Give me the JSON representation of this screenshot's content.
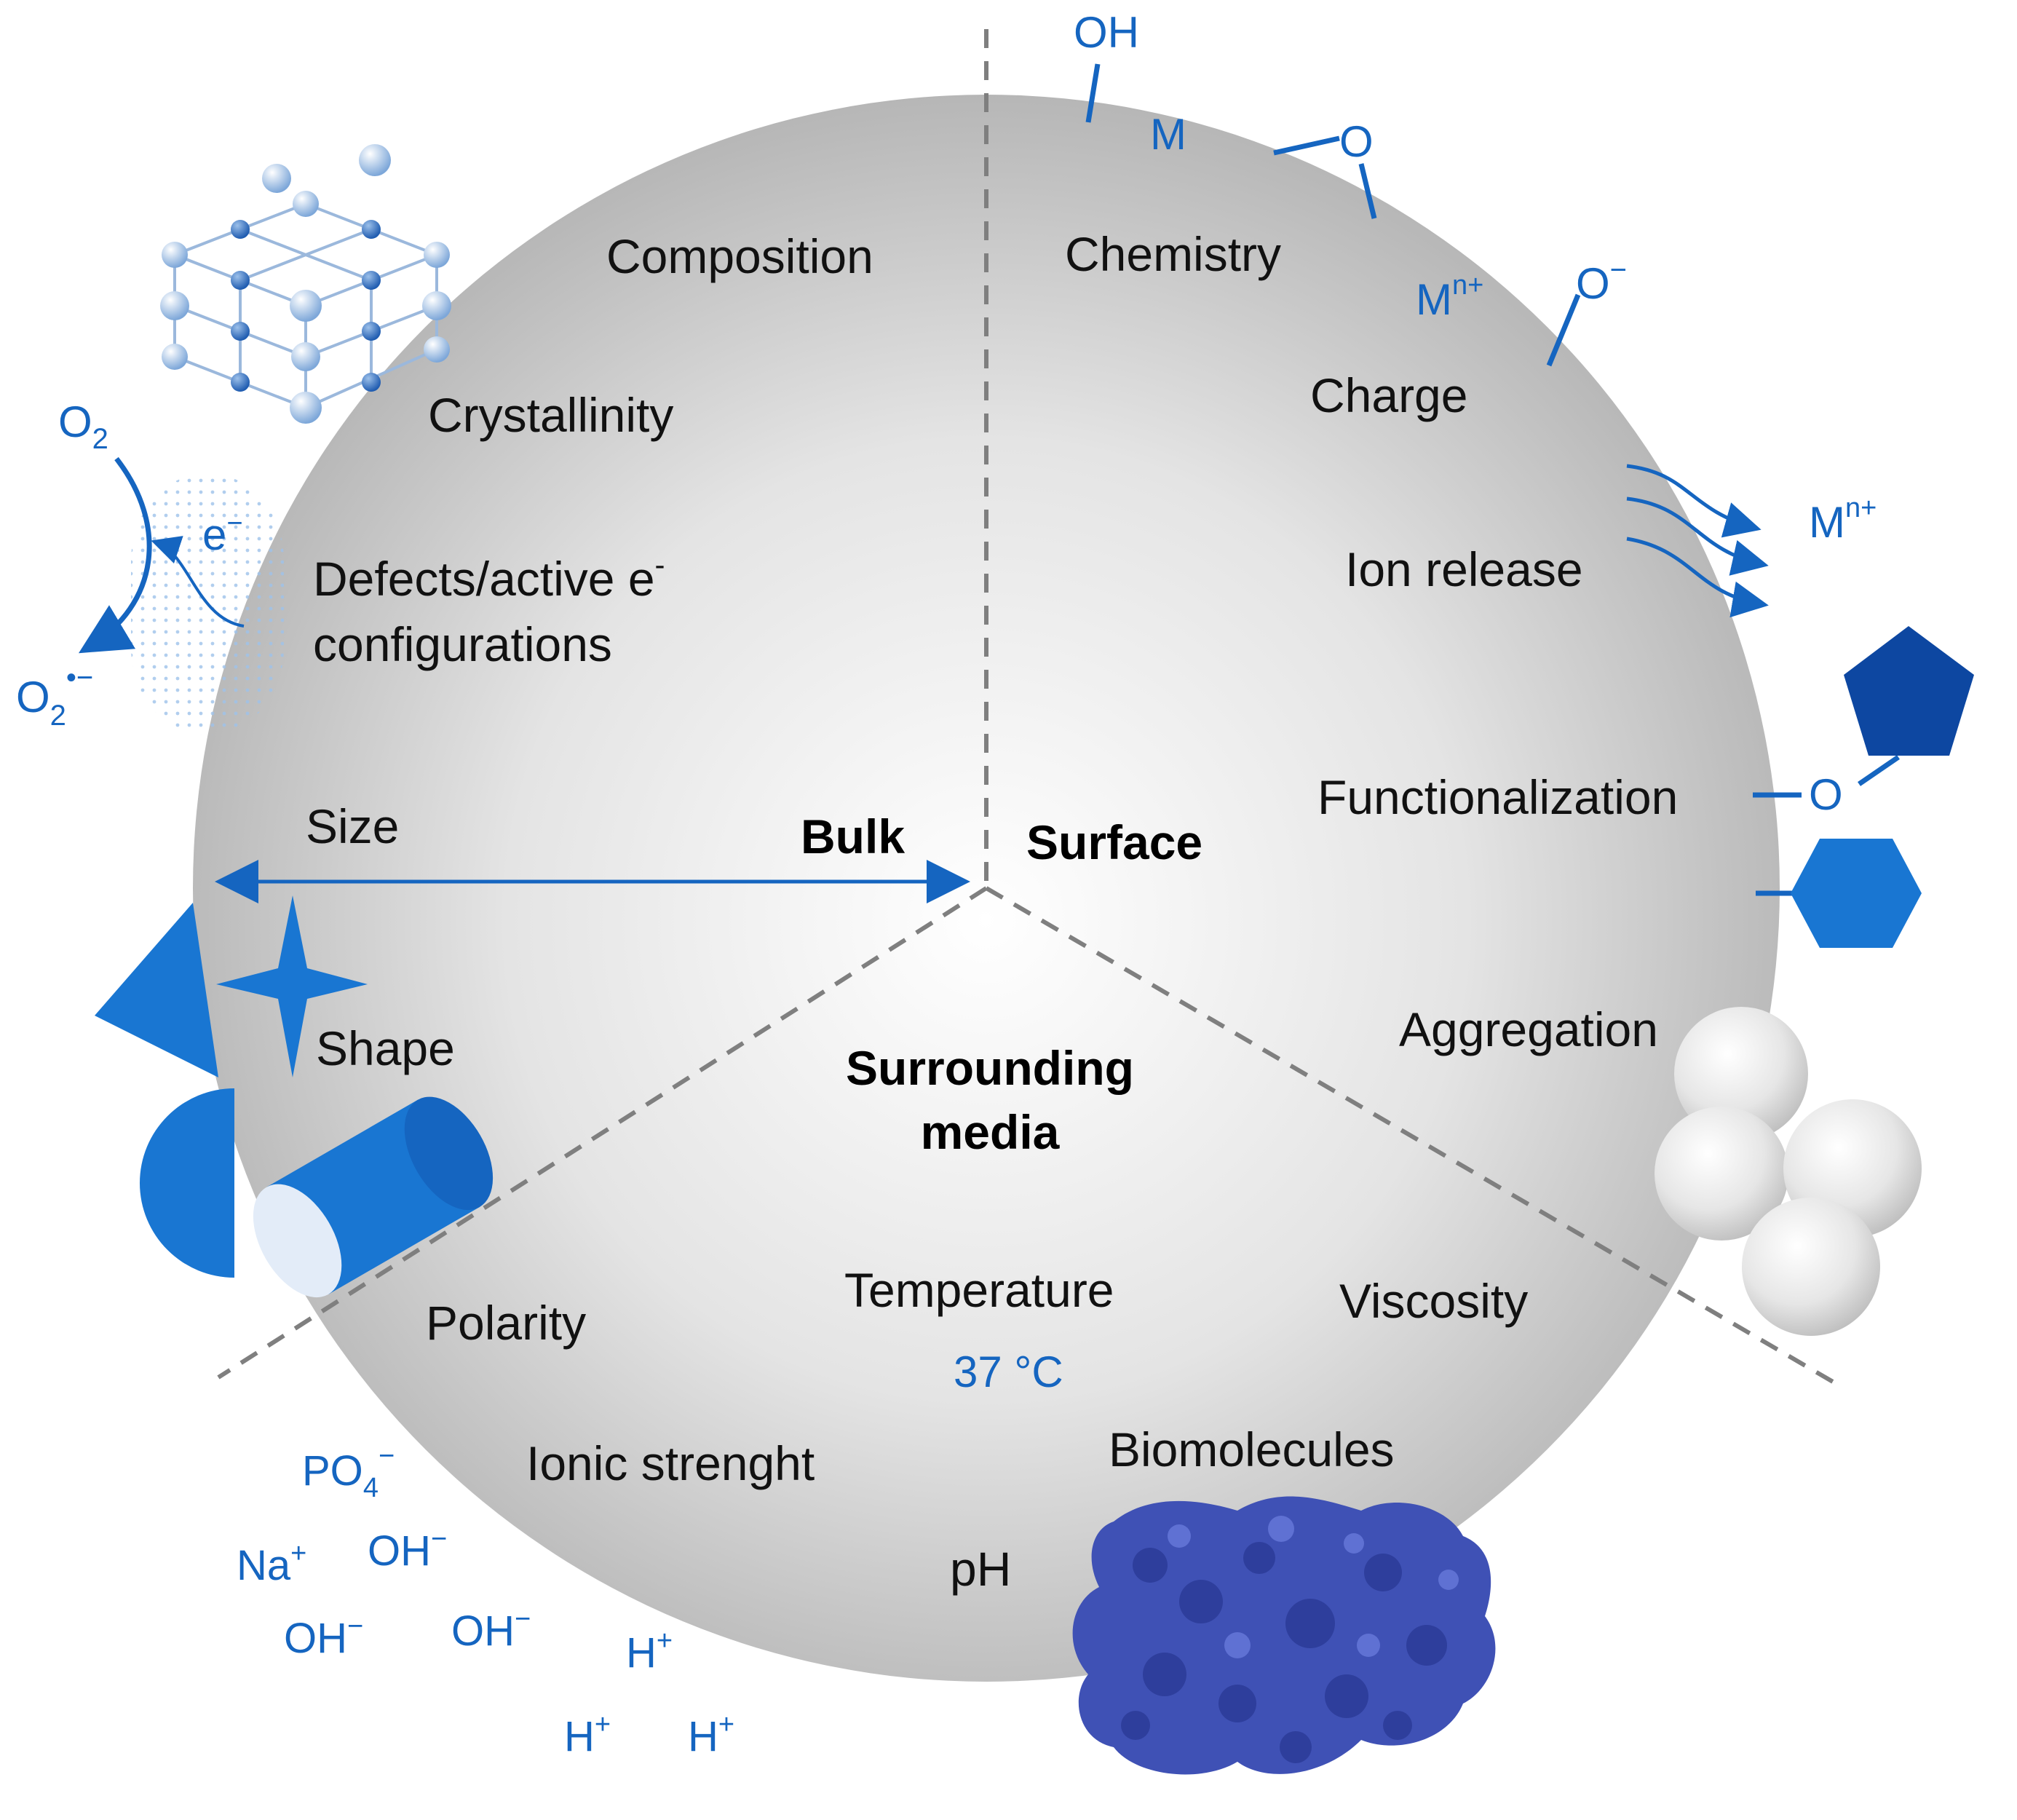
{
  "sections": {
    "bulk": "Bulk",
    "surface": "Surface",
    "media_line1": "Surrounding",
    "media_line2": "media"
  },
  "bulk_labels": {
    "composition": "Composition",
    "crystallinity": "Crystallinity",
    "defects_line1": "Defects/active e",
    "defects_sup": "-",
    "defects_line2": "configurations",
    "size": "Size",
    "shape": "Shape"
  },
  "surface_labels": {
    "chemistry": "Chemistry",
    "charge": "Charge",
    "ion_release": "Ion release",
    "functionalization": "Functionalization",
    "aggregation": "Aggregation"
  },
  "media_labels": {
    "polarity": "Polarity",
    "temperature": "Temperature",
    "temperature_value": "37 °C",
    "viscosity": "Viscosity",
    "ionic_strength": "Ionic strenght",
    "biomolecules": "Biomolecules",
    "ph": "pH"
  },
  "surface_chem": {
    "oh": "OH",
    "m": "M",
    "o_bridge": "O",
    "m_ion": "M",
    "m_ion_sup": "n+",
    "o_minus": "O",
    "o_minus_sup": "−",
    "released_ion": "M",
    "released_ion_sup": "n+",
    "func_o": "O"
  },
  "redox": {
    "o2_base": "O",
    "o2_sub": "2",
    "electron": "e",
    "electron_sup": "−",
    "superoxide_base": "O",
    "superoxide_sub": "2",
    "superoxide_sup": "•−"
  },
  "ions": {
    "po4_base": "PO",
    "po4_sub": "4",
    "po4_sup": "−",
    "na": "Na",
    "na_sup": "+",
    "oh1": "OH",
    "oh1_sup": "−",
    "oh2": "OH",
    "oh2_sup": "−",
    "oh3": "OH",
    "oh3_sup": "−",
    "h1": "H",
    "h1_sup": "+",
    "h2": "H",
    "h2_sup": "+",
    "h3": "H",
    "h3_sup": "+"
  },
  "colors": {
    "accent_blue": "#1565c0",
    "dark_blue": "#0d47a1",
    "protein_blue": "#3f51b5",
    "circle_edge": "#b3b3b3",
    "circle_center": "#ffffff",
    "divider": "#7f7f7f"
  },
  "icons": [
    "crystal-lattice-icon",
    "pentagon-icon",
    "hexagon-icon",
    "sphere-cluster-icon",
    "protein-icon",
    "cone-icon",
    "star-icon",
    "cylinder-icon"
  ]
}
